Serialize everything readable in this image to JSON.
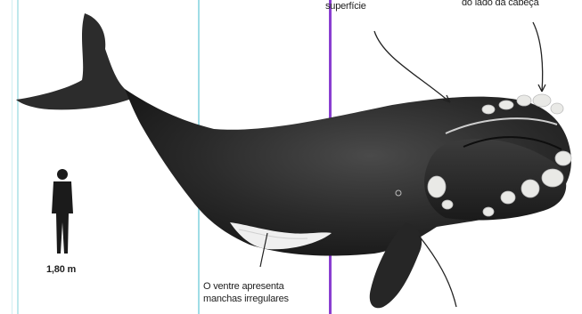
{
  "figure": {
    "annotations": {
      "top_left_caption": "superfície",
      "top_right_caption": "do lado da cabeça",
      "belly_caption_line1": "O ventre apresenta",
      "belly_caption_line2": "manchas irregulares"
    },
    "scale": {
      "person_height_label": "1,80 m"
    },
    "colors": {
      "guide_line_light": "#bfe8ec",
      "guide_line_cyan": "#9fdde6",
      "guide_line_purple": "#8a3fd1",
      "whale_body": "#2b2b2b",
      "callosities": "#e9e9e6"
    }
  }
}
